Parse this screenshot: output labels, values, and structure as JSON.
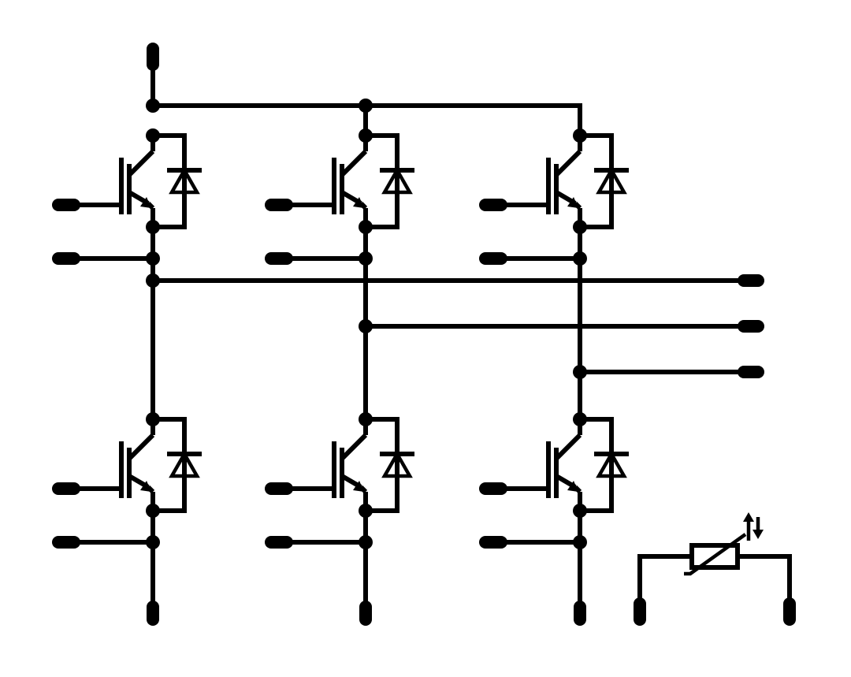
{
  "diagram": {
    "kind": "three-phase IGBT bridge with anti-parallel diodes and NTC thermistor",
    "colors": {
      "stroke": "#000000",
      "background": "#ffffff"
    },
    "phases": [
      {
        "id": "1",
        "switches": [
          "high-side-igbt",
          "low-side-igbt"
        ]
      },
      {
        "id": "2",
        "switches": [
          "high-side-igbt",
          "low-side-igbt"
        ]
      },
      {
        "id": "3",
        "switches": [
          "high-side-igbt",
          "low-side-igbt"
        ]
      }
    ],
    "outputs": [
      "phase-1-output",
      "phase-2-output",
      "phase-3-output"
    ],
    "thermistor": {
      "symbol": "ntc-thermistor",
      "terminals": 2
    }
  }
}
